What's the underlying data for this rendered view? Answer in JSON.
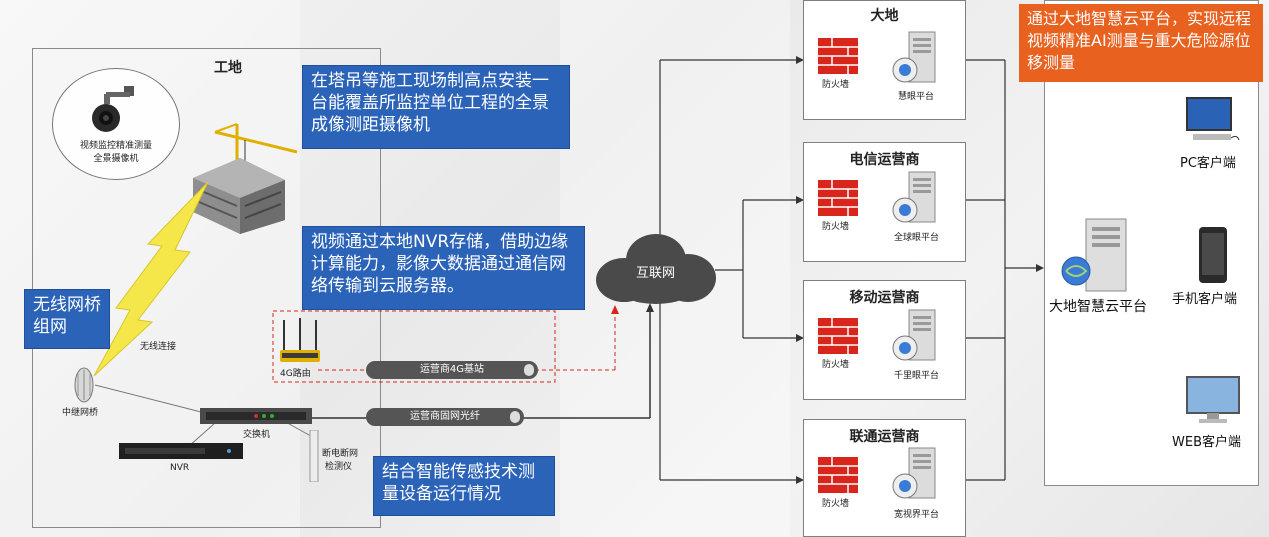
{
  "site": {
    "title": "工地",
    "camera_label_1": "视频监控精准测量",
    "camera_label_2": "全景摄像机",
    "wireless_link": "无线连接",
    "relay_bridge": "中继网桥",
    "switch": "交换机",
    "nvr": "NVR",
    "router": "4G路由",
    "detector_1": "断电断网",
    "detector_2": "检测仪"
  },
  "notes": {
    "crane": "在塔吊等施工现场制高点安装一台能覆盖所监控单位工程的全景成像测距摄像机",
    "nvr_storage": "视频通过本地NVR存储，借助边缘计算能力，影像大数据通过通信网络传输到云服务器。",
    "wireless": "无线网桥组网",
    "sensor": "结合智能传感技术测量设备运行情况",
    "platform": "通过大地智慧云平台，实现远程视频精准AI测量与重大危险源位移测量"
  },
  "links": {
    "base_station": "运营商4G基站",
    "fiber": "运营商固网光纤"
  },
  "cloud": {
    "label": "互联网"
  },
  "operators": [
    {
      "name": "大地",
      "firewall": "防火墙",
      "platform": "慧眼平台"
    },
    {
      "name": "电信运营商",
      "firewall": "防火墙",
      "platform": "全球眼平台"
    },
    {
      "name": "移动运营商",
      "firewall": "防火墙",
      "platform": "千里眼平台"
    },
    {
      "name": "联通运营商",
      "firewall": "防火墙",
      "platform": "宽视界平台"
    }
  ],
  "platform": {
    "name": "大地智慧云平台",
    "clients": [
      "PC客户端",
      "手机客户端",
      "WEB客户端"
    ]
  },
  "colors": {
    "note_blue": "#2b63b8",
    "note_orange": "#e8611e",
    "firewall_red": "#d9261c",
    "link_red": "#d9261c",
    "cloud_gray": "#4a4a4a"
  }
}
